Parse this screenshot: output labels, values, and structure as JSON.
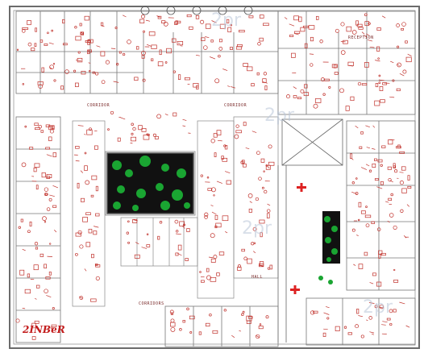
{
  "drawing": {
    "labels": {
      "corridor_left": "CORRIDOR",
      "corridor_right": "CORRIDOR",
      "hall": "HALL",
      "corridors_lower": "CORRIDORS",
      "reception": "RECEPTION"
    },
    "watermark": "2pr",
    "logo_text": "2INBeR"
  },
  "colors": {
    "background": "#ffffff",
    "wall": "#6b6b6b",
    "furniture": "#c0302a",
    "courtyard_fill": "#111111",
    "vegetation": "#1aa532",
    "watermark": "#b9c6d8"
  }
}
